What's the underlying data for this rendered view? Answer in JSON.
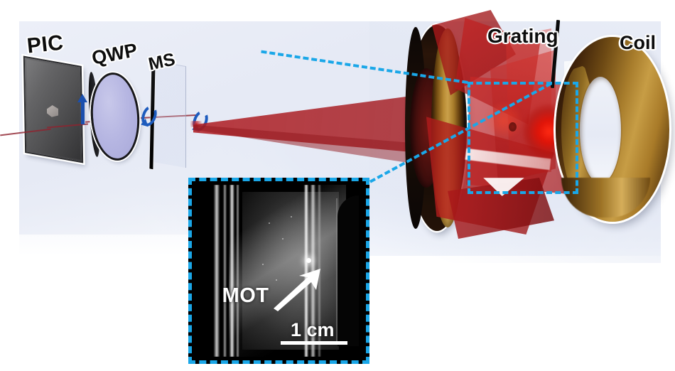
{
  "figure": {
    "title": "Photonic-integrated-circuit magneto-optical trap setup",
    "accent_cyan": "#1aa7e8",
    "beam_red": "#9b1c22",
    "coil_copper": "#c79d45",
    "qwp_purple": "#b6b6e2",
    "pic_gray": "#5c5c5e"
  },
  "labels": {
    "pic": "PIC",
    "qwp": "QWP",
    "ms": "MS",
    "grating": "Grating",
    "coil": "Coil"
  },
  "icons": {
    "linear_polarization": "linear-polarization-arrow-icon",
    "circular_polarization_a": "circular-polarization-arrow-icon",
    "circular_polarization_b": "circular-polarization-arrow-icon",
    "grating_leader": "grating-leader-line-icon",
    "callout_box": "dashed-callout-box-icon"
  },
  "inset": {
    "name": "mot-photograph-inset",
    "mot_label": "MOT",
    "scale_label": "1 cm",
    "arrow": "mot-pointer-arrow-icon",
    "border_style": "dashed",
    "border_color": "#1aa7e8"
  },
  "callouts": {
    "upper_leader": "callout-line-upper",
    "lower_leader": "callout-line-lower"
  }
}
